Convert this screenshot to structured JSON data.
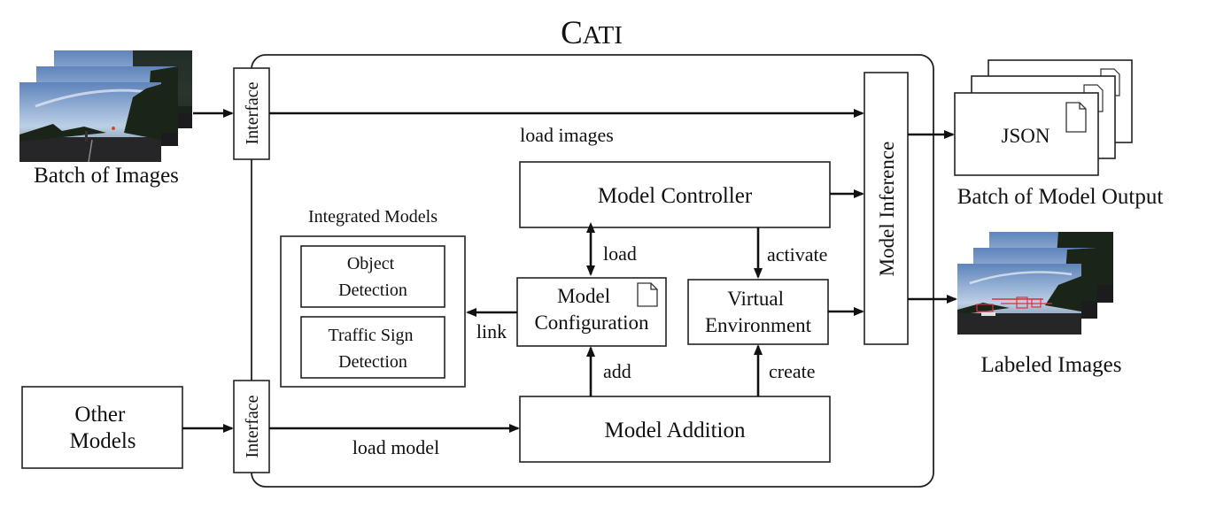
{
  "title": "Cati",
  "inputs": {
    "batch_of_images": "Batch of Images",
    "other_models": [
      "Other",
      "Models"
    ]
  },
  "interfaces": {
    "top": "Interface",
    "bottom": "Interface"
  },
  "edges": {
    "load_images": "load images",
    "load_model": "load model",
    "load": "load",
    "activate": "activate",
    "add": "add",
    "create": "create",
    "link": "link"
  },
  "integrated_models": {
    "heading": "Integrated Models",
    "object_detection": [
      "Object",
      "Detection"
    ],
    "traffic_sign_detection": [
      "Traffic Sign",
      "Detection"
    ]
  },
  "components": {
    "model_controller": "Model Controller",
    "model_configuration": [
      "Model",
      "Configuration"
    ],
    "virtual_environment": [
      "Virtual",
      "Environment"
    ],
    "model_addition": "Model Addition",
    "model_inference": "Model Inference"
  },
  "outputs": {
    "json": "JSON",
    "batch_of_model_output": "Batch of Model Output",
    "labeled_images": "Labeled Images"
  },
  "colors": {
    "sky_top": "#6f93c4",
    "sky_bottom": "#c9d8ea",
    "road": "#2b2b2b",
    "trees": "#1b2418",
    "label_red": "#e0303a"
  }
}
